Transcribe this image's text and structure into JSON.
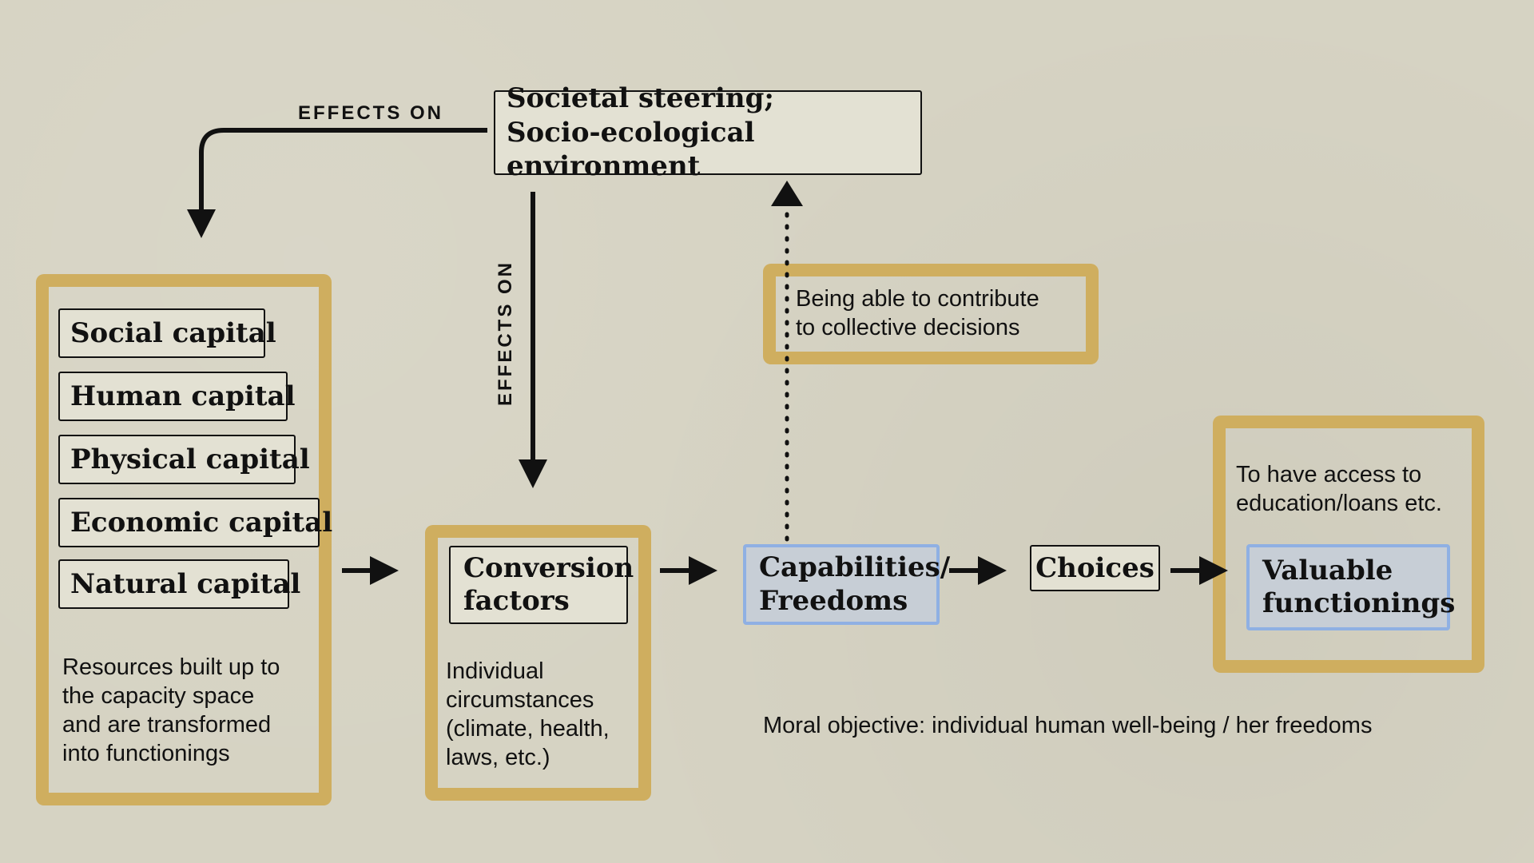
{
  "diagram": {
    "top_box": {
      "line1": "Societal steering;",
      "line2": "Socio-ecological environment"
    },
    "effects_on_left_label": "EFFECTS ON",
    "effects_on_vertical_label": "EFFECTS ON",
    "capitals": [
      "Social capital",
      "Human capital",
      "Physical capital",
      "Economic capital",
      "Natural capital"
    ],
    "resources_note": "Resources built up to\nthe capacity space\nand are transformed\ninto functionings",
    "conversion_factors": "Conversion\nfactors",
    "circumstances_note": "Individual\ncircumstances\n(climate, health,\nlaws, etc.)",
    "capabilities": "Capabilities/\nFreedoms",
    "collective_note": "Being able to contribute\nto collective decisions",
    "choices": "Choices",
    "access_note": "To have access to\neducation/loans etc.",
    "valuable_functionings": "Valuable\nfunctionings",
    "moral_objective": "Moral objective: individual human well-being / her freedoms"
  },
  "colors": {
    "background": "#d6d3c3",
    "gold_frame": "#cfae5f",
    "box_fill": "#e3e1d3",
    "blue_border": "#8fb0e3",
    "blue_fill": "#c7ced6"
  }
}
